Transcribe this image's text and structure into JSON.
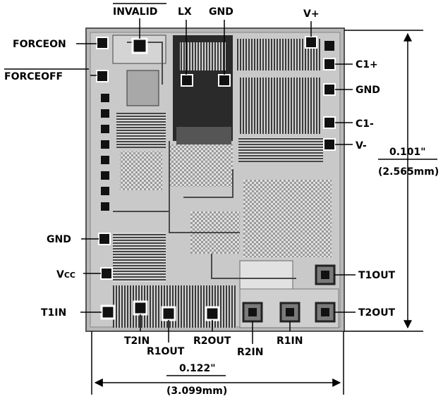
{
  "pins": {
    "invalid": "INVALID",
    "lx": "LX",
    "gnd_top": "GND",
    "v_plus": "V+",
    "forceon": "FORCEON",
    "forceoff": "FORCEOFF",
    "c1_plus": "C1+",
    "gnd_right": "GND",
    "c1_minus": "C1-",
    "v_minus": "V-",
    "gnd_left": "GND",
    "vcc_v": "V",
    "vcc_sub": "CC",
    "t1in": "T1IN",
    "t1out": "T1OUT",
    "t2out": "T2OUT",
    "t2in": "T2IN",
    "r1out": "R1OUT",
    "r2out": "R2OUT",
    "r2in": "R2IN",
    "r1in": "R1IN"
  },
  "dimensions": {
    "height_in": "0.101\"",
    "height_mm": "(2.565mm)",
    "width_in": "0.122\"",
    "width_mm": "(3.099mm)"
  },
  "colors": {
    "die_base": "#b9b9b9",
    "pad": "#111111",
    "ink": "#000000"
  }
}
